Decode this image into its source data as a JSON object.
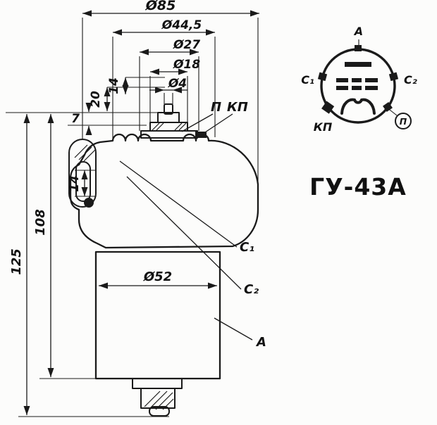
{
  "section": {
    "dims": {
      "dia85": "Ø85",
      "dia44_5": "Ø44,5",
      "dia27": "Ø27",
      "dia18": "Ø18",
      "dia4": "Ø4",
      "dia52": "Ø52",
      "len125": "125",
      "len108": "108",
      "len20": "20",
      "len14_top": "14",
      "len7": "7",
      "len14_side": "14"
    },
    "leads": {
      "p": "П",
      "kp": "КП",
      "c1": "С₁",
      "c2": "С₂",
      "a": "А"
    }
  },
  "pinout": {
    "model": "ГУ-43А",
    "pins": {
      "a": "А",
      "c1": "С₁",
      "c2": "С₂",
      "kp": "КП",
      "p": "П"
    }
  }
}
